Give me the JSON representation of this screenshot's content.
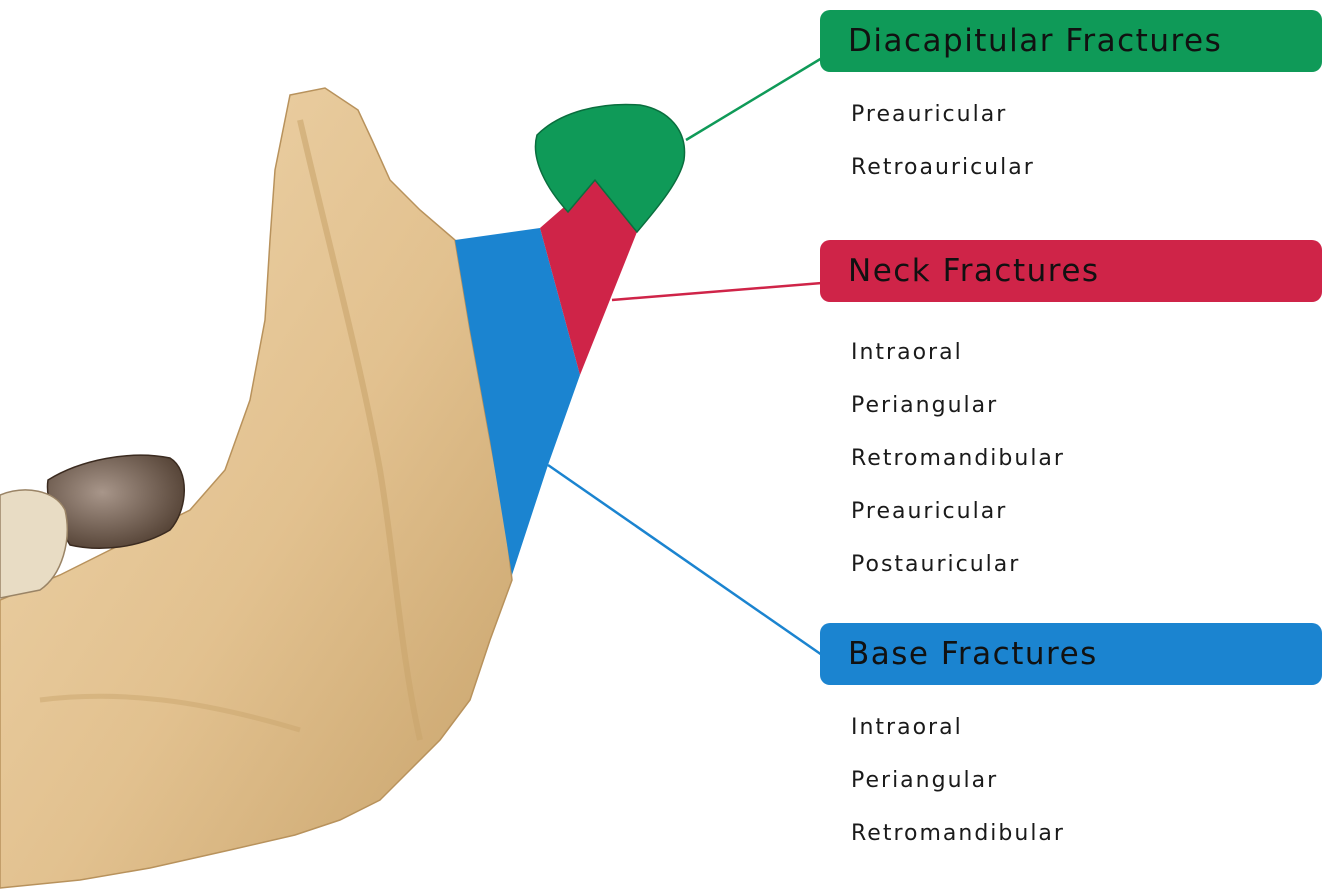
{
  "colors": {
    "diacapitular": "#0f9a58",
    "neck": "#cf2448",
    "base": "#1b84d0",
    "bone": "#e6c99a",
    "bone_shadow": "#c9a46c",
    "tooth": "#7a6656"
  },
  "sections": [
    {
      "key": "diacapitular",
      "title": "Diacapitular Fractures",
      "approaches": [
        "Preauricular",
        "Retroauricular"
      ]
    },
    {
      "key": "neck",
      "title": "Neck Fractures",
      "approaches": [
        "Intraoral",
        "Periangular",
        "Retromandibular",
        "Preauricular",
        "Postauricular"
      ]
    },
    {
      "key": "base",
      "title": "Base Fractures",
      "approaches": [
        "Intraoral",
        "Periangular",
        "Retromandibular"
      ]
    }
  ]
}
